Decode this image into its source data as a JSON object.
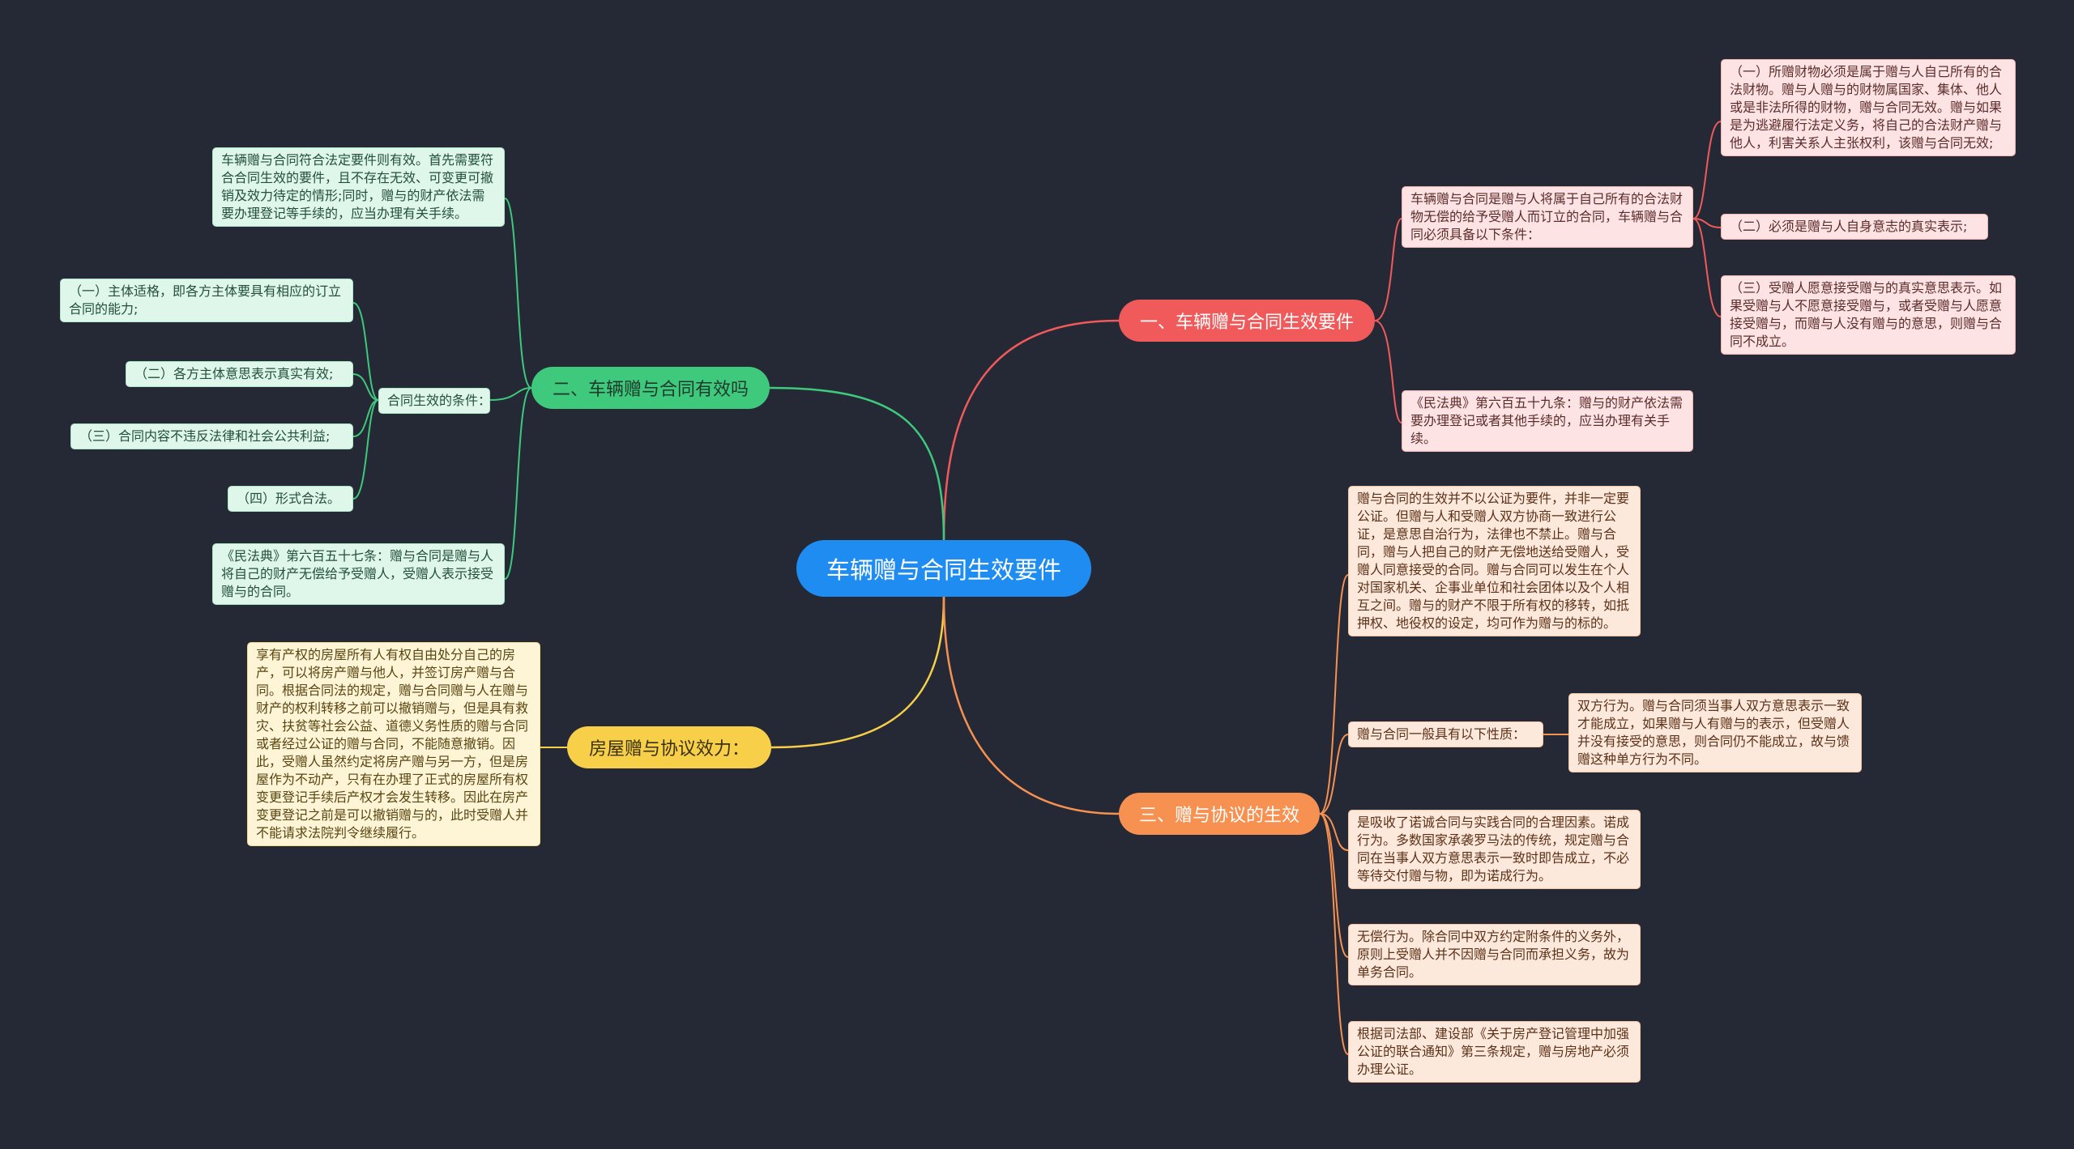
{
  "root": {
    "label": "车辆赠与合同生效要件"
  },
  "branches": {
    "requirements": {
      "label": "一、车辆赠与合同生效要件",
      "color": "#f05a5a",
      "intro": "车辆赠与合同是赠与人将属于自己所有的合法财物无偿的给予受赠人而订立的合同，车辆赠与合同必须具备以下条件：",
      "conditions": [
        "（一）所赠财物必须是属于赠与人自己所有的合法财物。赠与人赠与的财物属国家、集体、他人或是非法所得的财物，赠与合同无效。赠与如果是为逃避履行法定义务，将自己的合法财产赠与他人，利害关系人主张权利，该赠与合同无效;",
        "（二）必须是赠与人自身意志的真实表示;",
        "（三）受赠人愿意接受赠与的真实意思表示。如果受赠与人不愿意接受赠与，或者受赠与人愿意接受赠与，而赠与人没有赠与的意思，则赠与合同不成立。"
      ],
      "law": "《民法典》第六百五十九条：赠与的财产依法需要办理登记或者其他手续的，应当办理有关手续。"
    },
    "validity": {
      "label": "二、车辆赠与合同有效吗",
      "color": "#3ec97c",
      "summary": "车辆赠与合同符合法定要件则有效。首先需要符合合同生效的要件，且不存在无效、可变更可撤销及效力待定的情形;同时，赠与的财产依法需要办理登记等手续的，应当办理有关手续。",
      "conditions_label": "合同生效的条件：",
      "conditions": [
        "（一）主体适格，即各方主体要具有相应的订立合同的能力;",
        "（二）各方主体意思表示真实有效;",
        "（三）合同内容不违反法律和社会公共利益;",
        "（四）形式合法。"
      ],
      "law": "《民法典》第六百五十七条：赠与合同是赠与人将自己的财产无偿给予受赠人，受赠人表示接受赠与的合同。"
    },
    "house": {
      "label": "房屋赠与协议效力：",
      "color": "#f7cf49",
      "text": "享有产权的房屋所有人有权自由处分自己的房产，可以将房产赠与他人，并签订房产赠与合同。根据合同法的规定，赠与合同赠与人在赠与财产的权利转移之前可以撤销赠与，但是具有救灾、扶贫等社会公益、道德义务性质的赠与合同或者经过公证的赠与合同，不能随意撤销。因此，受赠人虽然约定将房产赠与另一方，但是房屋作为不动产，只有在办理了正式的房屋所有权变更登记手续后产权才会发生转移。因此在房产变更登记之前是可以撤销赠与的，此时受赠人并不能请求法院判令继续履行。"
    },
    "effect": {
      "label": "三、赠与协议的生效",
      "color": "#f79151",
      "notary": "赠与合同的生效并不以公证为要件，并非一定要公证。但赠与人和受赠人双方协商一致进行公证，是意思自治行为，法律也不禁止。赠与合同，赠与人把自己的财产无偿地送给受赠人，受赠人同意接受的合同。赠与合同可以发生在个人对国家机关、企事业单位和社会团体以及个人相互之间。赠与的财产不限于所有权的移转，如抵押权、地役权的设定，均可作为赠与的标的。",
      "nature_label": "赠与合同一般具有以下性质：",
      "bilateral": "双方行为。赠与合同须当事人双方意思表示一致才能成立，如果赠与人有赠与的表示，但受赠人并没有接受的意思，则合同仍不能成立，故与馈赠这种单方行为不同。",
      "consensual": "是吸收了诺诚合同与实践合同的合理因素。诺成行为。多数国家承袭罗马法的传统，规定赠与合同在当事人双方意思表示一致时即告成立，不必等待交付赠与物，即为诺成行为。",
      "gratuitous": "无偿行为。除合同中双方约定附条件的义务外，原则上受赠人并不因赠与合同而承担义务，故为单务合同。",
      "registration": "根据司法部、建设部《关于房产登记管理中加强公证的联合通知》第三条规定，赠与房地产必须办理公证。"
    }
  }
}
